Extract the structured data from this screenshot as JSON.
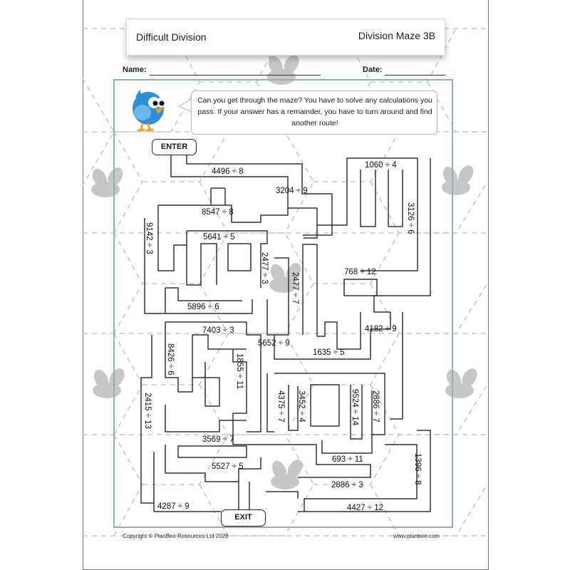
{
  "header": {
    "title_left": "Difficult Division",
    "title_right": "Division Maze 3B"
  },
  "fields": {
    "name_label": "Name:",
    "date_label": "Date:"
  },
  "instructions": "Can you get through the maze? You have to solve any calculations you pass. If your answer has a remainder, you have to turn around and find another route!",
  "maze": {
    "enter_label": "ENTER",
    "exit_label": "EXIT",
    "calculations": [
      "4496 ÷ 8",
      "3204 ÷ 9",
      "1060 ÷ 4",
      "3126 ÷ 6",
      "8547 ÷ 8",
      "9142 ÷ 3",
      "5641 ÷ 5",
      "2477 ÷ 3",
      "2477 ÷ 7",
      "768 ÷ 12",
      "5896 ÷ 6",
      "4182 ÷ 9",
      "7403 ÷ 3",
      "5652 ÷ 9",
      "1635 ÷ 5",
      "8426 ÷ 6",
      "1855 ÷ 11",
      "2415 ÷ 13",
      "4375 ÷ 7",
      "3452 ÷ 4",
      "9524 ÷ 14",
      "2886 ÷ 7",
      "3569 ÷ 7",
      "693 ÷ 11",
      "1396 ÷ 8",
      "5527 ÷ 5",
      "2886 ÷ 3",
      "4287 ÷ 9",
      "4427 ÷ 12"
    ]
  },
  "footer": {
    "copyright": "Copyright © PlanBee Resources Ltd 2026",
    "website": "www.planbee.com"
  },
  "colors": {
    "frame": "#8fb0b8",
    "mascot": "#2f8fd6",
    "watermark": "#b5b5b5"
  },
  "icons": [
    "bird-mascot-icon",
    "bee-watermark-icon"
  ]
}
